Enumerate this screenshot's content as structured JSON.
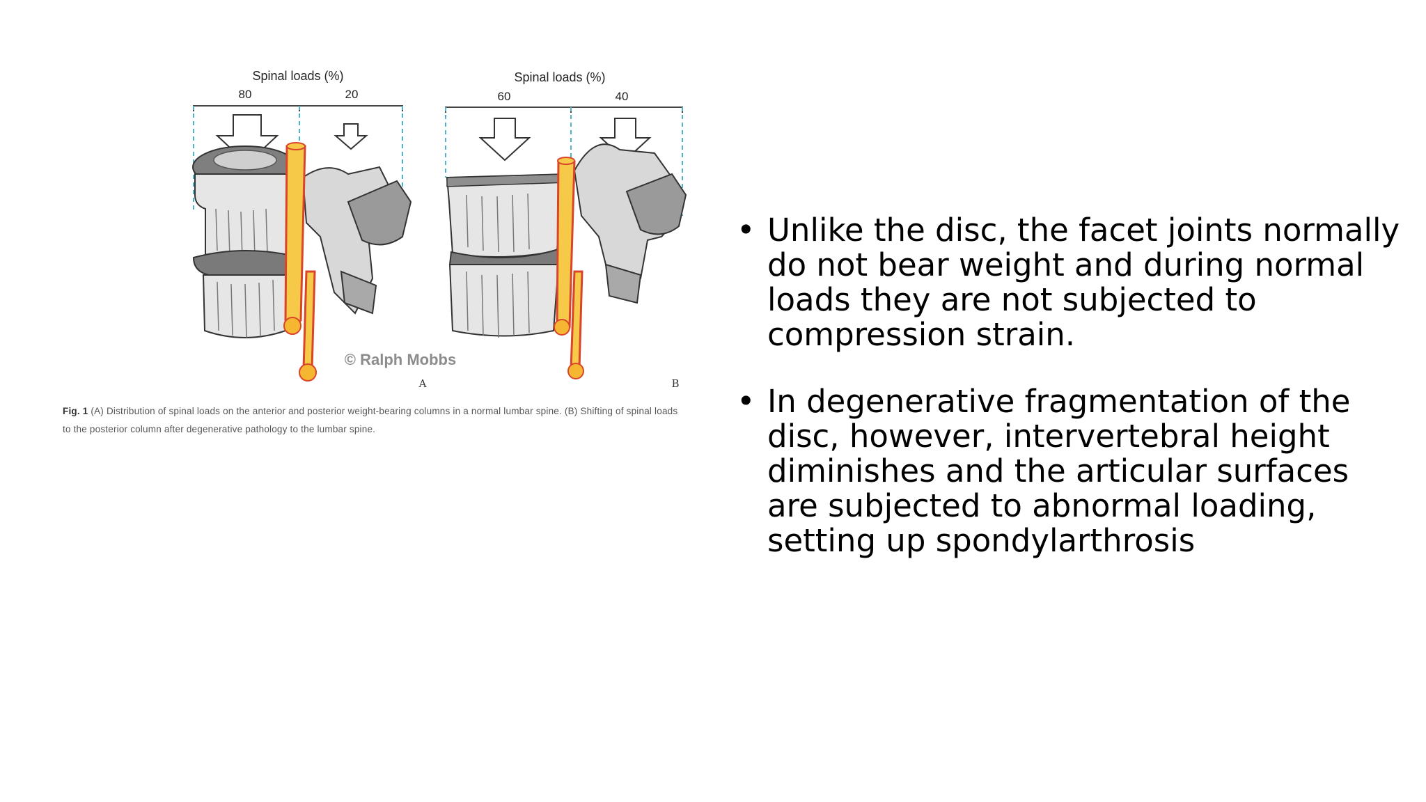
{
  "figure": {
    "panel_a": {
      "header": "Spinal loads (%)",
      "anterior_load": "80",
      "posterior_load": "20",
      "label": "A"
    },
    "panel_b": {
      "header": "Spinal loads (%)",
      "anterior_load": "60",
      "posterior_load": "40",
      "label": "B"
    },
    "watermark": "© Ralph Mobbs",
    "caption_label": "Fig. 1",
    "caption_line1": "(A) Distribution of spinal loads on the anterior and posterior weight-bearing columns in a normal lumbar spine. (B) Shifting of spinal loads",
    "caption_line2": "to the posterior column after degenerative pathology to the lumbar spine."
  },
  "bullets": [
    {
      "symbol": "•",
      "text": "Unlike the disc, the facet joints normally do not bear weight and during normal loads they are not subjected to compression strain."
    },
    {
      "symbol": "•",
      "text": "In degenerative fragmentation of the disc, however, intervertebral height diminishes and the articular surfaces are subjected to abnormal loading, setting up spondylarthrosis"
    }
  ],
  "colors": {
    "text": "#000000",
    "caption": "#555555",
    "bone": "#e4e4e4",
    "bone_dark": "#9a9a9a",
    "disc": "#8a8a8a",
    "nerve_fill": "#f7c948",
    "nerve_outline": "#d9452a",
    "guide": "#4fb3c9"
  }
}
